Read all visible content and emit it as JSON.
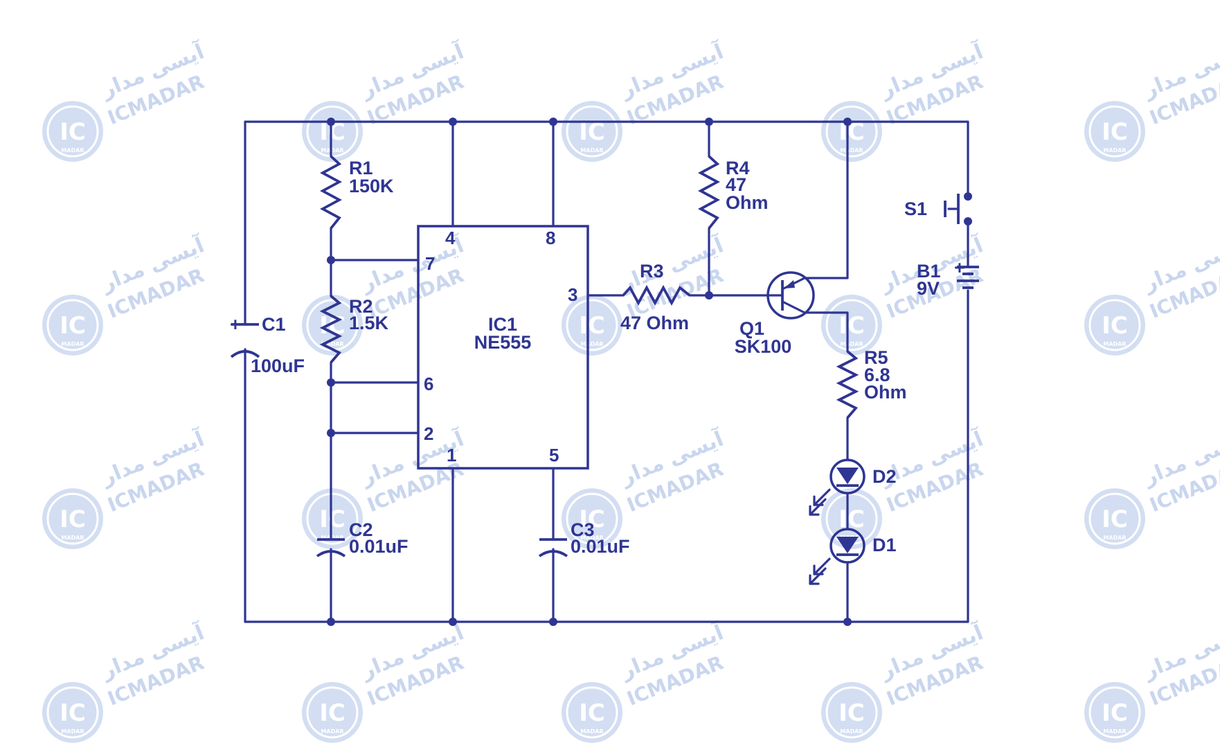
{
  "watermark": {
    "brand_latin": "ICMADAR",
    "brand_persian": "آیسی مدار",
    "logo_text": "IC",
    "logo_subtext": "MADAR"
  },
  "components": {
    "R1": {
      "ref": "R1",
      "value": "150K"
    },
    "R2": {
      "ref": "R2",
      "value": "1.5K"
    },
    "R3": {
      "ref": "R3",
      "value": "47 Ohm"
    },
    "R4": {
      "ref": "R4",
      "value_line1": "47",
      "value_line2": "Ohm"
    },
    "R5": {
      "ref": "R5",
      "value_line1": "6.8",
      "value_line2": "Ohm"
    },
    "C1": {
      "ref": "C1",
      "value": "100uF",
      "polarity": "+"
    },
    "C2": {
      "ref": "C2",
      "value": "0.01uF"
    },
    "C3": {
      "ref": "C3",
      "value": "0.01uF"
    },
    "IC1": {
      "ref": "IC1",
      "value": "NE555"
    },
    "Q1": {
      "ref": "Q1",
      "value": "SK100"
    },
    "S1": {
      "ref": "S1"
    },
    "B1": {
      "ref": "B1",
      "value": "9V",
      "polarity": "+"
    },
    "D1": {
      "ref": "D1"
    },
    "D2": {
      "ref": "D2"
    }
  },
  "ic_pins": {
    "p4": "4",
    "p8": "8",
    "p7": "7",
    "p6": "6",
    "p2": "2",
    "p1": "1",
    "p5": "5",
    "p3": "3"
  },
  "colors": {
    "ink": "#2f3592",
    "watermark": "#c9d6ee"
  }
}
